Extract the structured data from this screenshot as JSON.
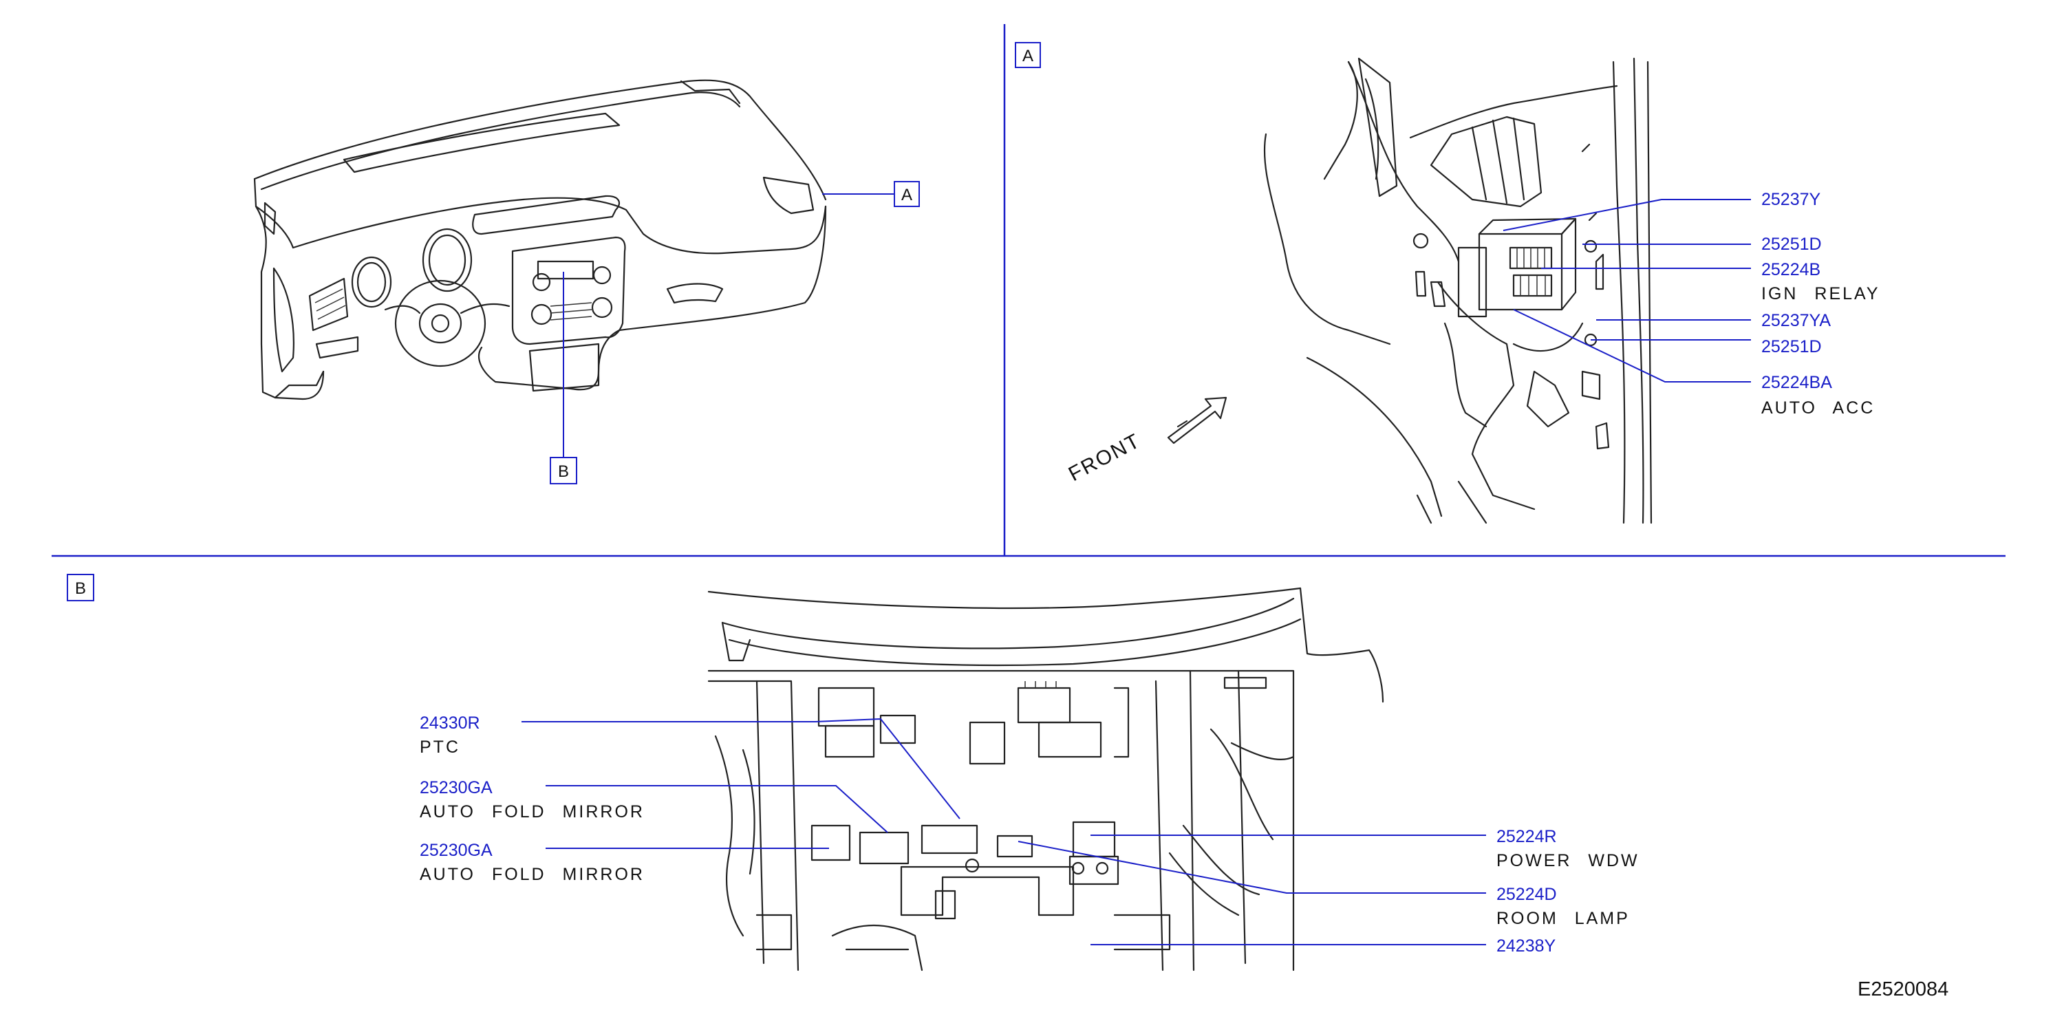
{
  "view_labels": {
    "a": "A",
    "b": "B"
  },
  "direction": {
    "front": "FRONT"
  },
  "figure_id": "E2520084",
  "view_a": {
    "callouts": [
      {
        "code": "25237Y",
        "desc": ""
      },
      {
        "code": "25251D",
        "desc": ""
      },
      {
        "code": "25224B",
        "desc": "IGN RELAY"
      },
      {
        "code": "25237YA",
        "desc": ""
      },
      {
        "code": "25251D",
        "desc": ""
      },
      {
        "code": "25224BA",
        "desc": "AUTO ACC"
      }
    ]
  },
  "view_b": {
    "left_callouts": [
      {
        "code": "24330R",
        "desc": "PTC"
      },
      {
        "code": "25230GA",
        "desc": "AUTO FOLD MIRROR"
      },
      {
        "code": "25230GA",
        "desc": "AUTO FOLD MIRROR"
      }
    ],
    "right_callouts": [
      {
        "code": "25224R",
        "desc": "POWER WDW"
      },
      {
        "code": "25224D",
        "desc": "ROOM LAMP"
      },
      {
        "code": "24238Y",
        "desc": ""
      }
    ]
  }
}
